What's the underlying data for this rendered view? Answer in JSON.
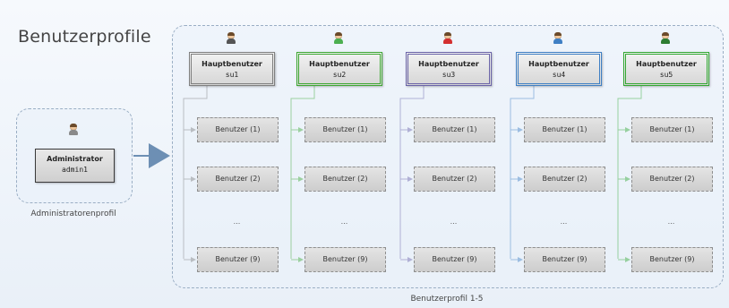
{
  "page_title": "Benutzerprofile",
  "admin": {
    "caption": "Administratorenprofil",
    "title": "Administrator",
    "id": "admin1"
  },
  "users_caption": "Benutzerprofil 1-5",
  "profiles": [
    {
      "title": "Hauptbenutzer",
      "id": "su1",
      "color": "#7f7f7f",
      "icon_color": "#555555",
      "users": [
        "Benutzer (1)",
        "Benutzer (2)",
        "...",
        "Benutzer (9)"
      ]
    },
    {
      "title": "Hauptbenutzer",
      "id": "su2",
      "color": "#3ea833",
      "icon_color": "#4caf50",
      "users": [
        "Benutzer (1)",
        "Benutzer (2)",
        "...",
        "Benutzer (9)"
      ]
    },
    {
      "title": "Hauptbenutzer",
      "id": "su3",
      "color": "#6a63a8",
      "icon_color": "#d32f2f",
      "users": [
        "Benutzer (1)",
        "Benutzer (2)",
        "...",
        "Benutzer (9)"
      ]
    },
    {
      "title": "Hauptbenutzer",
      "id": "su4",
      "color": "#3f7fc4",
      "icon_color": "#3f7fc4",
      "users": [
        "Benutzer (1)",
        "Benutzer (2)",
        "...",
        "Benutzer (9)"
      ]
    },
    {
      "title": "Hauptbenutzer",
      "id": "su5",
      "color": "#32a832",
      "icon_color": "#2e7d32",
      "users": [
        "Benutzer (1)",
        "Benutzer (2)",
        "...",
        "Benutzer (9)"
      ]
    }
  ],
  "icons": {
    "admin": "person-icon",
    "superuser": "person-icon",
    "arrow": "arrow-right-icon"
  },
  "arrow_color": "#6d8fb4"
}
